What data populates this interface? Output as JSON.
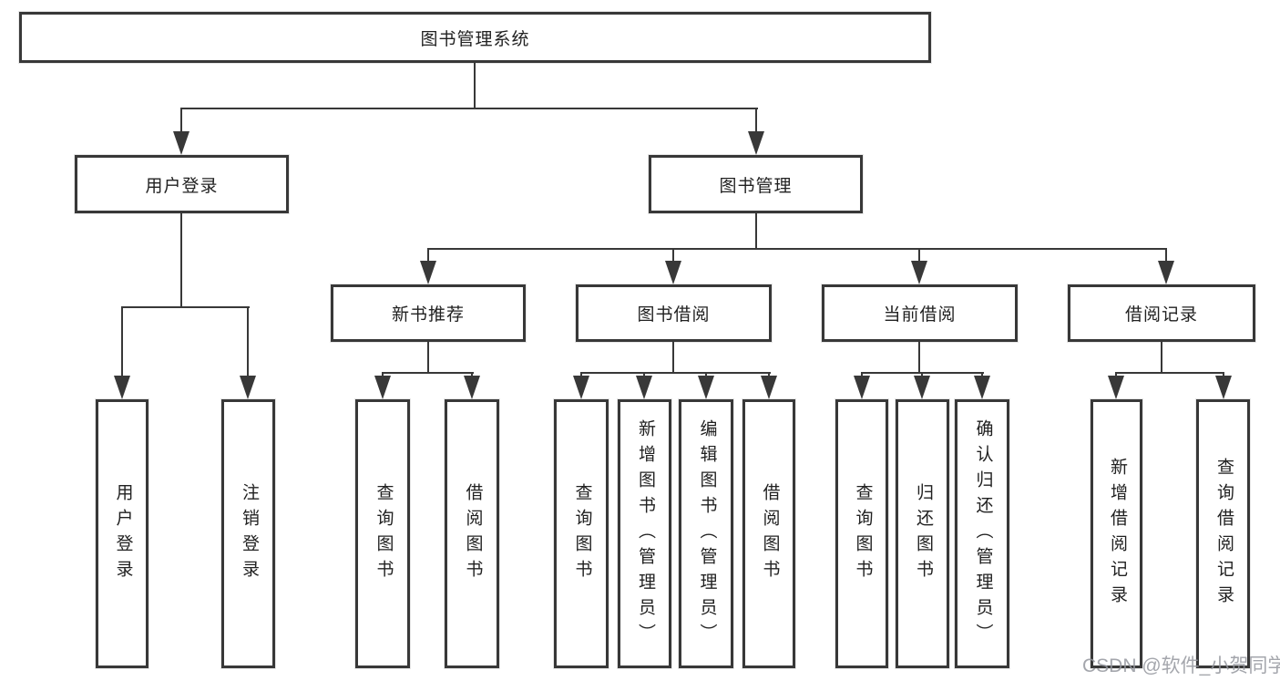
{
  "diagram": {
    "type": "hierarchy-tree",
    "colors": {
      "line": "#383838",
      "box_border": "#383838",
      "box_fill": "#ffffff",
      "text": "#212121",
      "watermark": "#94969e"
    }
  },
  "nodes": {
    "root": {
      "label": "图书管理系统"
    },
    "user_group": {
      "label": "用户登录",
      "children": [
        {
          "label": "用户登录"
        },
        {
          "label": "注销登录"
        }
      ]
    },
    "book_mgmt": {
      "label": "图书管理"
    },
    "new_book": {
      "label": "新书推荐",
      "children": [
        {
          "label": "查询图书"
        },
        {
          "label": "借阅图书"
        }
      ]
    },
    "book_borrow": {
      "label": "图书借阅",
      "children": [
        {
          "label": "查询图书"
        },
        {
          "label": "新增图书（管理员）"
        },
        {
          "label": "编辑图书（管理员）"
        },
        {
          "label": "借阅图书"
        }
      ]
    },
    "current_borrow": {
      "label": "当前借阅",
      "children": [
        {
          "label": "查询图书"
        },
        {
          "label": "归还图书"
        },
        {
          "label": "确认归还（管理员）"
        }
      ]
    },
    "borrow_records": {
      "label": "借阅记录",
      "children": [
        {
          "label": "新增借阅记录"
        },
        {
          "label": "查询借阅记录"
        }
      ]
    }
  },
  "watermark": {
    "text": "CSDN @软件_小贺同学"
  }
}
